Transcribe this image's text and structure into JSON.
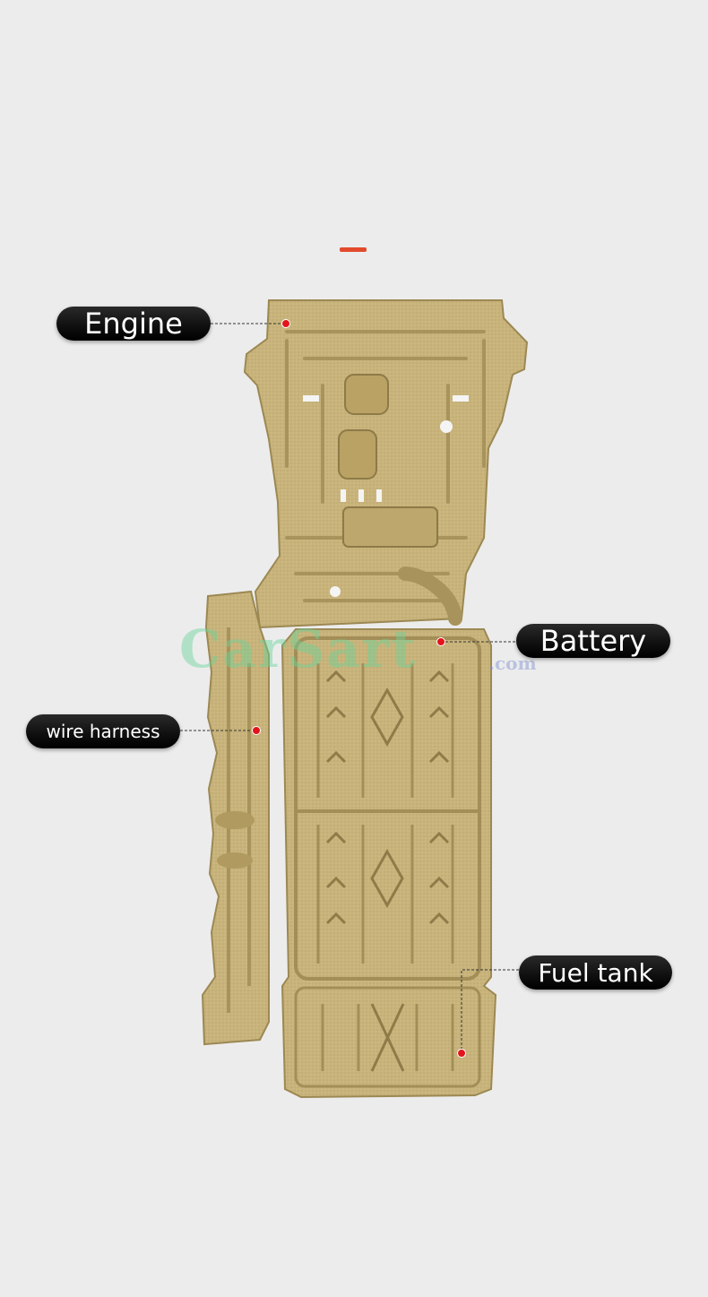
{
  "colors": {
    "background": "#ececec",
    "accent": "#e24a2c",
    "plate": "#c9b57c",
    "plate_dark": "#a8935c",
    "plate_light": "#ddcb95",
    "callout_dot": "#e3141b",
    "pill_bg": "#111111",
    "pill_text": "#ffffff"
  },
  "labels": {
    "engine": "Engine",
    "battery": "Battery",
    "wire_harness": "wire harness",
    "fuel_tank": "Fuel tank"
  },
  "watermark": {
    "main": "CarSart",
    "suffix": ".com"
  }
}
